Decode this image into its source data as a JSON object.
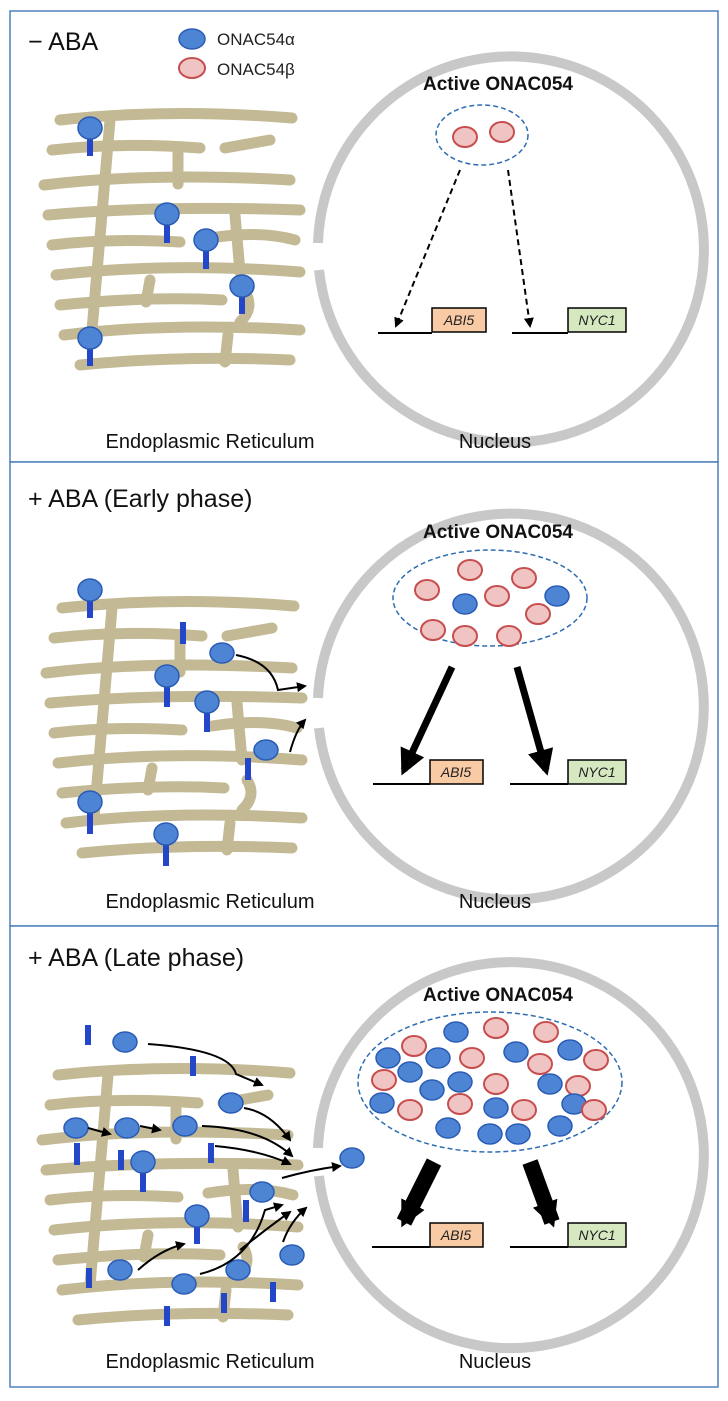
{
  "legend": {
    "alpha_label": "ONAC54α",
    "beta_label": "ONAC54β",
    "alpha_color": "#4d84d4",
    "beta_color": "#f1c4c4"
  },
  "panels": [
    {
      "title": "− ABA",
      "active_label": "Active ONAC054",
      "gene_abi5": "ABI5",
      "gene_nyc1": "NYC1",
      "er_label": "Endoplasmic Reticulum",
      "nucleus_label": "Nucleus"
    },
    {
      "title": "+ ABA (Early phase)",
      "active_label": "Active ONAC054",
      "gene_abi5": "ABI5",
      "gene_nyc1": "NYC1",
      "er_label": "Endoplasmic Reticulum",
      "nucleus_label": "Nucleus"
    },
    {
      "title": "+ ABA (Late phase)",
      "active_label": "Active ONAC054",
      "gene_abi5": "ABI5",
      "gene_nyc1": "NYC1",
      "er_label": "Endoplasmic Reticulum",
      "nucleus_label": "Nucleus"
    }
  ],
  "colors": {
    "frame": "#4f81bd",
    "er_membrane": "#c3b994",
    "nucleus_envelope": "#c8c8c8",
    "abi5_box": "#f8cba4",
    "nyc1_box": "#d5e8c0"
  }
}
